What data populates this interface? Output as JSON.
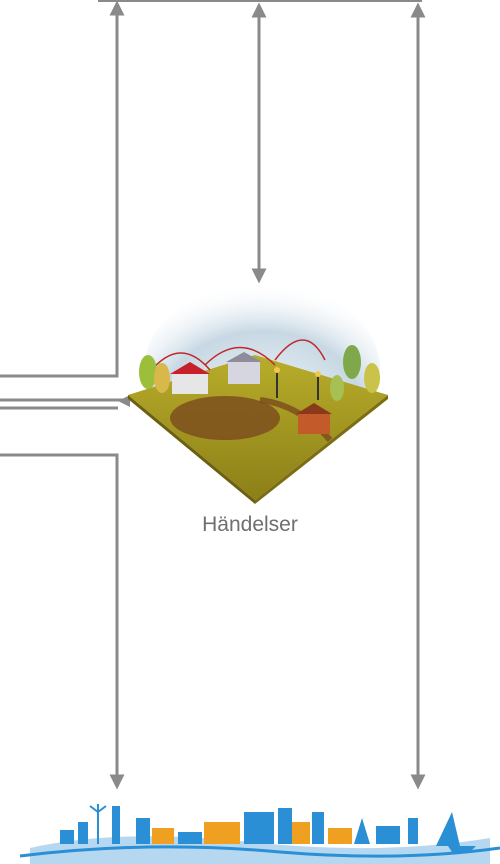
{
  "center_node": {
    "label": "Händelser",
    "icon": "smart-village-events-illustration"
  },
  "footer": {
    "icon": "city-skyline-illustration"
  },
  "colors": {
    "connector": "#8a8a8a",
    "label": "#6f6f6f",
    "ground": "#9a8f1e",
    "skyline_blue": "#2a8fd4",
    "skyline_orange": "#f0a020"
  }
}
